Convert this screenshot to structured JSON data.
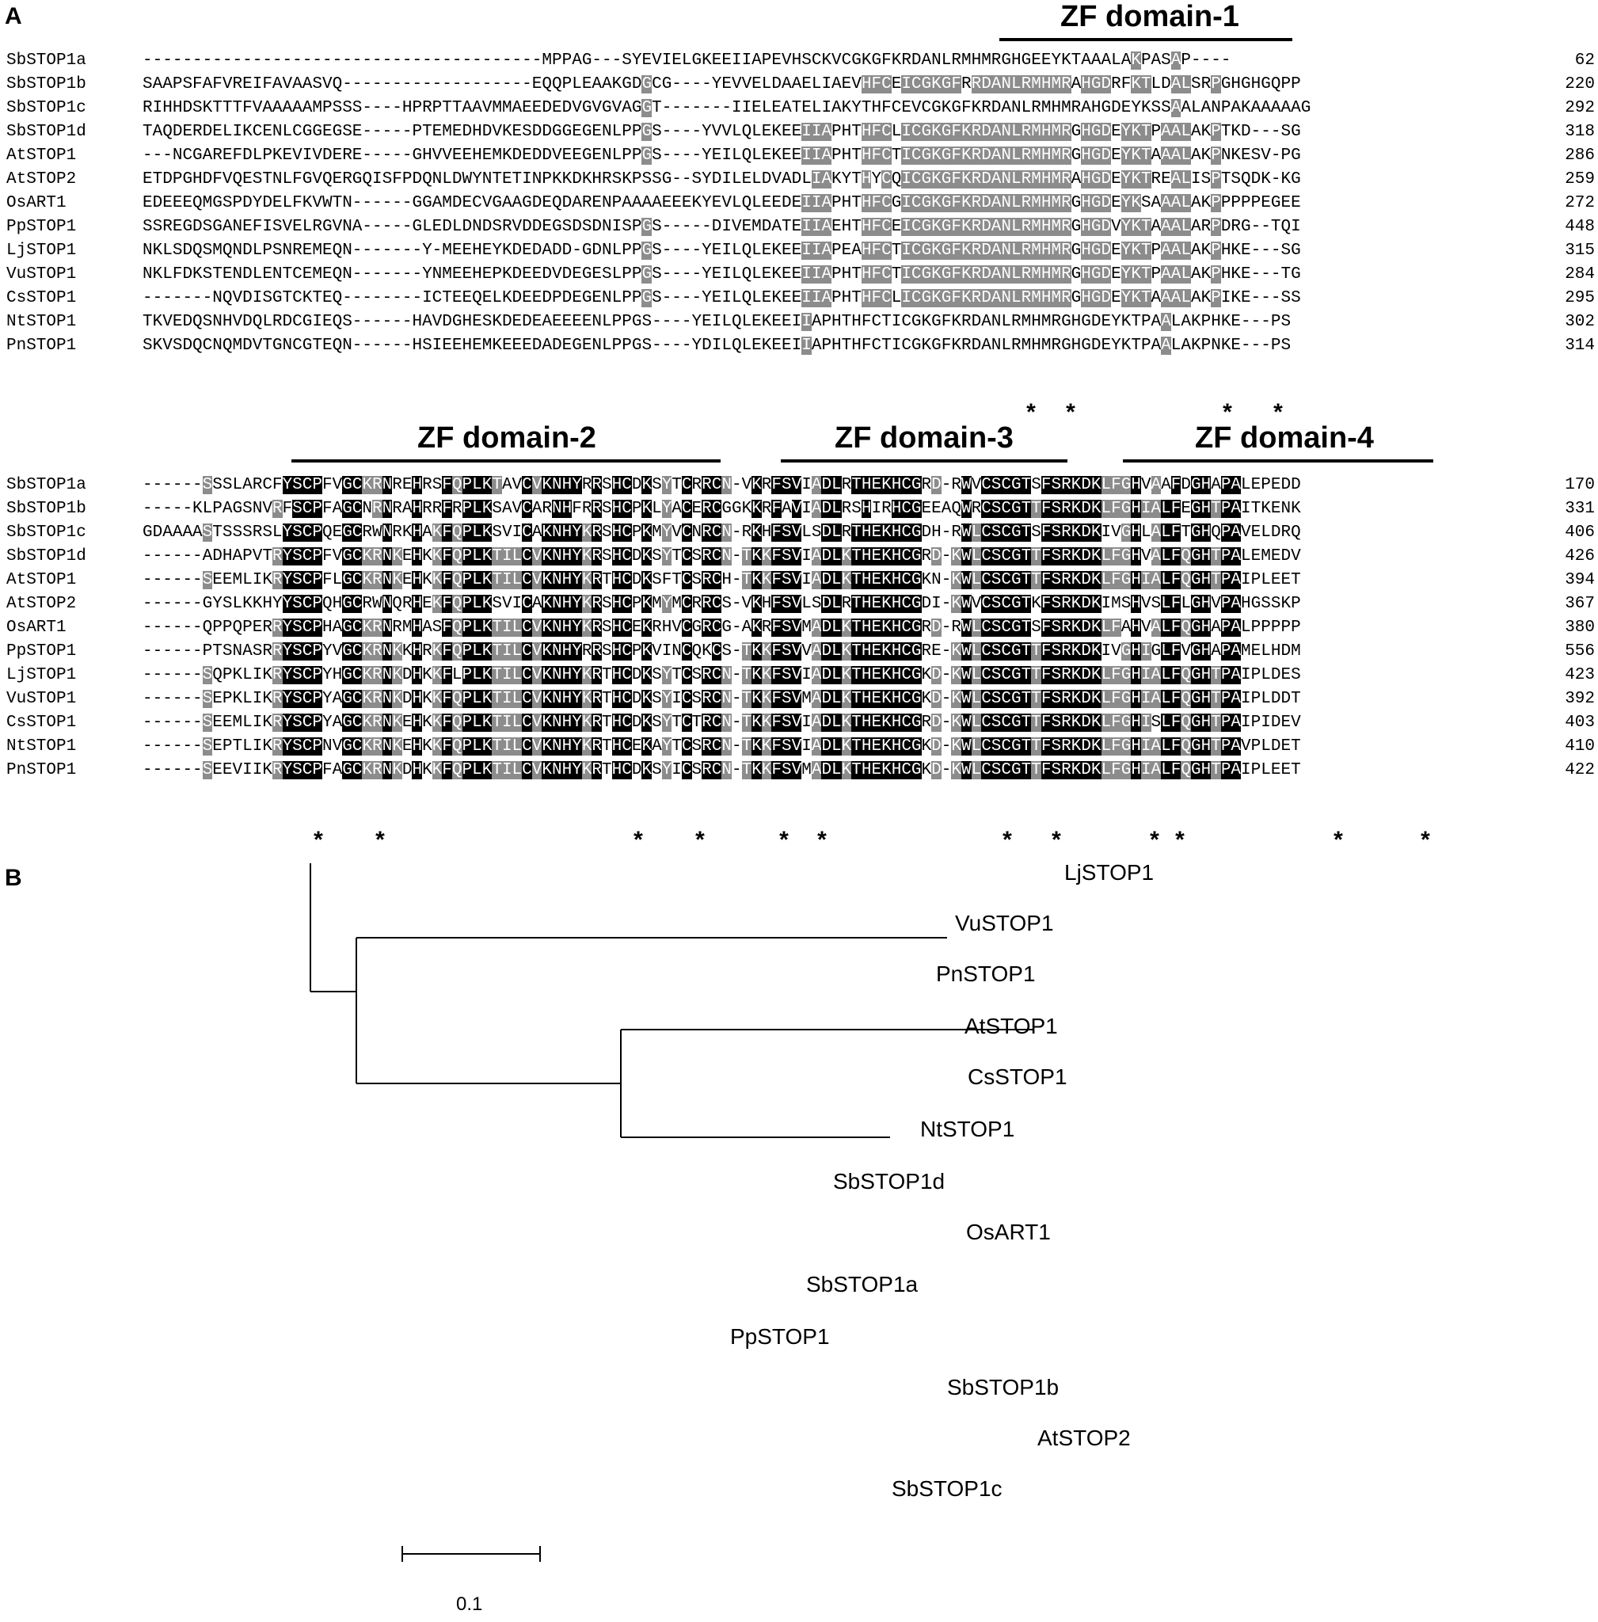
{
  "panels": {
    "a": "A",
    "b": "B"
  },
  "colors": {
    "identical": "#000000",
    "similar": "#8c8c8c",
    "text": "#000000",
    "background": "#ffffff"
  },
  "domains": [
    "ZF domain-1",
    "ZF domain-2",
    "ZF domain-3",
    "ZF domain-4"
  ],
  "alignment": {
    "block1": [
      {
        "name": "SbSTOP1a",
        "seq": "----------------------------------------MPPAG---SYEVIELGKEEIIAPEVHSCKVCGKGFKRDANLRMHMRGHGEEYKTAAALAKPASAP----",
        "end": "62"
      },
      {
        "name": "SbSTOP1b",
        "seq": "SAAPSFAFVREIFAVAASVQ-------------------EQQPLEAAKGDGCG----YEVVELDAAELIAEVHFCEICGKGFRRDANLRMHMRAHGDRFKTLDALSRPGHGHGQPP",
        "end": "220"
      },
      {
        "name": "SbSTOP1c",
        "seq": "RIHHDSKTTTFVAAAAAMPSSS----HPRPTTAAVMMAEEDEDVGVGVAGGT-------IIELEATELIAKYTHFCEVCGKGFKRDANLRMHMRAHGDEYKSSAALANPAKAAAAAG",
        "end": "292"
      },
      {
        "name": "SbSTOP1d",
        "seq": "TAQDERDELIKCENLCGGEGSE-----PTEMEDHDVKESDDGGEGENLPPGS----YVVLQLEKEEIIAPHTHFCLICGKGFKRDANLRMHMRGHGDEYKTPAALAKPTKD---SG",
        "end": "318"
      },
      {
        "name": "AtSTOP1",
        "seq": "---NCGAREFDLPKEVIVDERE-----GHVVEEHEMKDEDDVEEGENLPPGS----YEILQLEKEEIIAPHTHFCTICGKGFKRDANLRMHMRGHGDEYKTAAALAKPNKESV-PG",
        "end": "286"
      },
      {
        "name": "AtSTOP2",
        "seq": "ETDPGHDFVQESTNLFGVQERGQISFPDQNLDWYNTETINPKKDKHRSKPSSG--SYDILELDVADLIAKYTHYCQICGKGFKRDANLRMHMRAHGDEYKTREALISPTSQDK-KG",
        "end": "259"
      },
      {
        "name": "OsART1",
        "seq": "EDEEEQMGSPDYDELFKVWTN------GGAMDECVGAAGDEQDARENPAAAAEEEKYEVLQLEEDEIIAPHTHFCGICGKGFKRDANLRMHMRGHGDEYKSAAALAKPPPPPEGEE",
        "end": "272"
      },
      {
        "name": "PpSTOP1",
        "seq": "SSREGDSGANEFISVELRGVNA-----GLEDLDNDSRVDDEGSDSDNISPGS-----DIVEMDATEIIAEHTHFCEICGKGFKRDANLRMHMRGHGDVYKTAAALARPDRG--TQI",
        "end": "448"
      },
      {
        "name": "LjSTOP1",
        "seq": "NKLSDQSMQNDLPSNREMEQN-------Y-MEEHEYKDEDADD-GDNLPPGS----YEILQLEKEEIIAPEAHFCTICGKGFKRDANLRMHMRGHGDEYKTPAALAKPHKE---SG",
        "end": "315"
      },
      {
        "name": "VuSTOP1",
        "seq": "NKLFDKSTENDLENTCEMEQN-------YNMEEHEPKDEEDVDEGESLPPGS----YEILQLEKEEIIAPHTHFCTICGKGFKRDANLRMHMRGHGDEYKTPAALAKPHKE---TG",
        "end": "284"
      },
      {
        "name": "CsSTOP1",
        "seq": "-------NQVDISGTCKTEQ--------ICTEEQELKDEEDPDEGENLPPGS----YEILQLEKEEIIAPHTHFCLICGKGFKRDANLRMHMRGHGDEYKTAAALAKPIKE---SS",
        "end": "295"
      },
      {
        "name": "NtSTOP1",
        "seq": "TKVEDQSNHVDQLRDCGIEQS------HAVDGHESKDEDEAEEEENLPPGS----YEILQLEKEEIIAPHTHFCTICGKGFKRDANLRMHMRGHGDEYKTPAALAKPHKE---PS",
        "end": "302"
      },
      {
        "name": "PnSTOP1",
        "seq": "SKVSDQCNQMDVTGNCGTEQN------HSIEEHEMKEEEDADEGENLPPGS----YDILQLEKEEIIAPHTHFCTICGKGFKRDANLRMHMRGHGDEYKTPAALAKPNKE---PS",
        "end": "314"
      }
    ],
    "block2": [
      {
        "name": "SbSTOP1a",
        "seq": "------SSSLARCFYSCPFVGCKRNREHRSFQPLKTAVCVKNHYRRSHCDKSYTCRRCN-VKRFSVIADLRTHEKHCGRD-RWVCSCGTSFSRKDKLFGHVAAFDGHAPALEPEDD",
        "end": "170"
      },
      {
        "name": "SbSTOP1b",
        "seq": "-----KLPAGSNVRFSCPFAGCNRNRAHRRFRPLKSAVCARNHFRRSHCPKLYACERCGGKKRFAVIADLRSHIRHCGEEAQWRCSCGTTFSRKDKLFGHIALFEGHTPAITKENK",
        "end": "331"
      },
      {
        "name": "SbSTOP1c",
        "seq": "GDAAAASTSSSRSLYSCPQEGCRWNRKHAKFQPLKSVICAKNHYKRSHCPKMYVCNRCN-RKHFSVLSDLRTHEKHCGDH-RWLCSCGTSFSRKDKIVGHLALFTGHQPAVELDRQ",
        "end": "406"
      },
      {
        "name": "SbSTOP1d",
        "seq": "------ADHAPVTRYSCPFVGCKRNKEHKKFQPLKTILCVKNHYKRSHCDKSYTCSRCN-TKKFSVIADLKTHEKHCGRD-KWLCSCGTTFSRKDKLFGHVALFQGHTPALEMEDV",
        "end": "426"
      },
      {
        "name": "AtSTOP1",
        "seq": "------SEEMLIKRYSCPFLGCKRNKEHKKFQPLKTILCVKNHYKRTHCDKSFTCSRCH-TKKFSVIADLKTHEKHCGKN-KWLCSCGTTFSRKDKLFGHIALFQGHTPAIPLEET",
        "end": "394"
      },
      {
        "name": "AtSTOP2",
        "seq": "------GYSLKKHYYSCPQHGCRWNQRHEKFQPLKSVICAKNHYKRSHCPKMYMCRRCS-VKHFSVLSDLRTHEKHCGDI-KWVCSCGTKFSRKDKIMSHVSLFLGHVPAHGSSKP",
        "end": "367"
      },
      {
        "name": "OsART1",
        "seq": "------QPPQPERRYSCPHAGCKRNRMHASFQPLKTILCVKNHYKRSHCEKRHVCGRCG-AKRFSVMADLKTHEKHCGRD-RWLCSCGTSFSRKDKLFAHVALFQGHAPALPPPPP",
        "end": "380"
      },
      {
        "name": "PpSTOP1",
        "seq": "------PTSNASRRYSCPYVGCKRNKKHRKFQPLKTILCVKNHYRRSHCPKVINCQKCS-TKKFSVVADLKTHEKHCGRE-KWLCSCGTTFSRKDKIVGHIGLFVGHAPAMELHDM",
        "end": "556"
      },
      {
        "name": "LjSTOP1",
        "seq": "------SQPKLIKRYSCPYHGCKRNKDHKKFLPLKTILCVKNHYKRTHCDKSYTCSRCN-TKKFSVIADLKTHEKHCGKD-KWLCSCGTTFSRKDKLFGHIALFQGHTPAIPLDES",
        "end": "423"
      },
      {
        "name": "VuSTOP1",
        "seq": "------SEPKLIKRYSCPYAGCKRNKDHKKFQPLKTILCVKNHYKRTHCDKSYICSRCN-TKKFSVMADLKTHEKHCGKD-KWLCSCGTTFSRKDKLFGHIALFQGHTPAIPLDDT",
        "end": "392"
      },
      {
        "name": "CsSTOP1",
        "seq": "------SEEMLIKRYSCPYAGCKRNKEHKKFQPLKTILCVKNHYKRTHCDKSYTCTRCN-TKKFSVIADLKTHEKHCGRD-KWLCSCGTTFSRKDKLFGHISLFQGHTPAIPIDEV",
        "end": "403"
      },
      {
        "name": "NtSTOP1",
        "seq": "------SEPTLIKRYSCPNVGCKRNKEHKKFQPLKTILCVKNHYKRTHCEKAYTCSRCN-TKKFSVIADLKTHEKHCGKD-KWLCSCGTTFSRKDKLFGHIALFQGHTPAVPLDET",
        "end": "410"
      },
      {
        "name": "PnSTOP1",
        "seq": "------SEEVIIKRYSCPFAGCKRNKDHKKFQPLKTILCVKNHYKRTHCDKSYICSRCN-TKKFSVMADLKTHEKHCGKD-KWLCSCGTTFSRKDKLFGHIALFQGHTPAIPLEET",
        "end": "422"
      }
    ]
  },
  "tree": {
    "taxa": [
      "LjSTOP1",
      "VuSTOP1",
      "PnSTOP1",
      "AtSTOP1",
      "CsSTOP1",
      "NtSTOP1",
      "SbSTOP1d",
      "OsART1",
      "SbSTOP1a",
      "PpSTOP1",
      "SbSTOP1b",
      "AtSTOP2",
      "SbSTOP1c"
    ],
    "scale_label": "0.1"
  }
}
